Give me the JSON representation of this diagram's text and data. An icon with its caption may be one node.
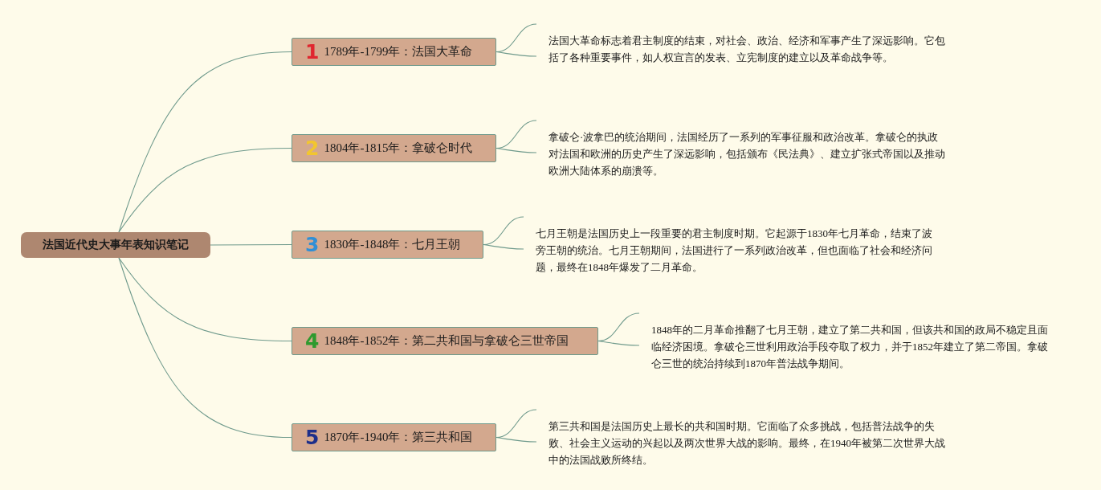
{
  "diagram": {
    "nodes": [
      {
        "text": [
          "法国近代史大事年表知识笔记"
        ]
      },
      {
        "text": [
          "1",
          "1789年-1799年：法国大革命"
        ]
      },
      {
        "text": [
          "2",
          "1804年-1815年：拿破仑时代"
        ]
      },
      {
        "text": [
          "3",
          "1830年-1848年：七月王朝"
        ]
      },
      {
        "text": [
          "4",
          "1848年-1852年：第二共和国与拿破仑三世帝国"
        ]
      },
      {
        "text": [
          "5",
          "1870年-1940年：第三共和国"
        ]
      },
      {
        "text": [
          "法国大革命标志着君主制度的结束，对社会、政治、经济和军事产生了深远影响。它包括了各种重要事件，如人权宣言的发表、立宪制度的建立以及革命战争等。"
        ]
      },
      {
        "text": [
          "拿破仑·波拿巴的统治期间，法国经历了一系列的军事征服和政治改革。拿破仑的执政对法国和欧洲的历史产生了深远影响，包括颁布《民法典》、建立扩张式帝国以及推动欧洲大陆体系的崩溃等。"
        ]
      },
      {
        "text": [
          "七月王朝是法国历史上一段重要的君主制度时期。它起源于1830年七月革命，结束了波旁王朝的统治。七月王朝期间，法国进行了一系列政治改革，但也面临了社会和经济问题，最终在1848年爆发了二月革命。"
        ]
      },
      {
        "text": [
          "1848年的二月革命推翻了七月王朝，建立了第二共和国，但该共和国的政局不稳定且面临经济困境。拿破仑三世利用政治手段夺取了权力，并于1852年建立了第二帝国。拿破仑三世的统治持续到1870年普法战争期间。"
        ]
      },
      {
        "text": [
          "第三共和国是法国历史上最长的共和国时期。它面临了众多挑战，包括普法战争的失败、社会主义运动的兴起以及两次世界大战的影响。最终，在1940年被第二次世界大战中的法国战败所终结。"
        ]
      }
    ],
    "edges": [
      {
        "from": 0,
        "to": 1,
        "arrow": "none"
      },
      {
        "from": 0,
        "to": 2,
        "arrow": "none"
      },
      {
        "from": 0,
        "to": 3,
        "arrow": "none"
      },
      {
        "from": 0,
        "to": 4,
        "arrow": "none"
      },
      {
        "from": 0,
        "to": 5,
        "arrow": "none"
      },
      {
        "from": 1,
        "to": 6,
        "arrow": "none"
      },
      {
        "from": 2,
        "to": 7,
        "arrow": "none"
      },
      {
        "from": 3,
        "to": 8,
        "arrow": "none"
      },
      {
        "from": 4,
        "to": 9,
        "arrow": "none"
      },
      {
        "from": 5,
        "to": 10,
        "arrow": "none"
      }
    ]
  }
}
